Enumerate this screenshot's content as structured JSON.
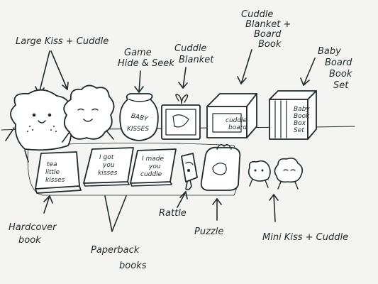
{
  "background_color": "#f4f4f2",
  "ink_color": "#1f2a2a",
  "top_labels": {
    "large_kiss_cuddle": "Large Kiss + Cuddle",
    "game_line1": "Game",
    "game_line2": "Hide & Seek",
    "cuddle_blanket_line1": "Cuddle",
    "cuddle_blanket_line2": "Blanket",
    "blanket_book_line1": "Cuddle",
    "blanket_book_line2": "Blanket +",
    "blanket_book_line3": "Board",
    "blanket_book_line4": "Book",
    "baby_set_line1": "Baby",
    "baby_set_line2": "Board",
    "baby_set_line3": "Book",
    "baby_set_line4": "Set"
  },
  "bottom_labels": {
    "hardcover_line1": "Hardcover",
    "hardcover_line2": "book",
    "paperback_line1": "Paperback",
    "paperback_line2": "books",
    "rattle": "Rattle",
    "puzzle": "Puzzle",
    "mini_kiss_cuddle": "Mini Kiss + Cuddle"
  },
  "item_text": {
    "hardcover_line1": "tea",
    "hardcover_line2": "little",
    "hardcover_line3": "kisses",
    "paperback1_line1": "I got",
    "paperback1_line2": "you",
    "paperback1_line3": "kisses",
    "paperback2_line1": "I made",
    "paperback2_line2": "you",
    "paperback2_line3": "cuddle",
    "sack_line1": "BABY",
    "sack_line2": "KISSES",
    "box_label_line1": "cuddle",
    "box_label_line2": "board",
    "set_front_line1": "Baby",
    "set_front_line2": "Book",
    "set_front_line3": "Box",
    "set_front_line4": "Set"
  }
}
